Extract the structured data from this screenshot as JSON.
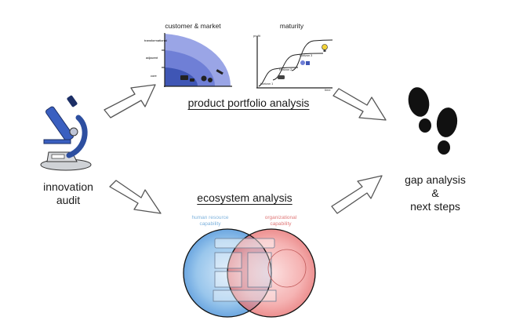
{
  "portfolio": {
    "customer_market_title": "customer & market",
    "maturity_title": "maturity",
    "heading": "product portfolio analysis",
    "quarter_labels": [
      "transformational",
      "adjacent",
      "core"
    ],
    "maturity_axis_y": "profit",
    "maturity_axis_x": "time",
    "horizons": [
      "Horizon 1",
      "Horizon 2",
      "Horizon 3"
    ]
  },
  "audit": {
    "label_line1": "innovation",
    "label_line2": "audit"
  },
  "ecosystem": {
    "heading": "ecosystem analysis",
    "hr_line1": "human resource",
    "hr_line2": "capability",
    "org_line1": "organizational",
    "org_line2": "capability"
  },
  "gap": {
    "line1": "gap analysis",
    "line2": "&",
    "line3": "next steps"
  },
  "colors": {
    "accent_blue": "#5a78c8",
    "hr_blue": "#7fb3dd",
    "org_red": "#e07a7a"
  }
}
